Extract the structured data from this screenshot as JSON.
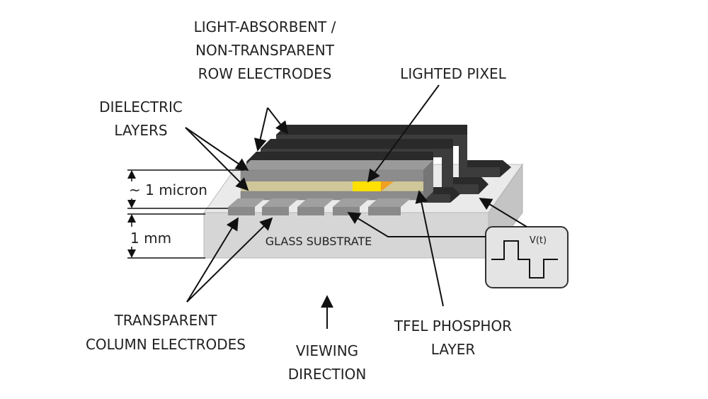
{
  "labels": {
    "row_electrodes": [
      "LIGHT-ABSORBENT /",
      "NON-TRANSPARENT",
      "ROW ELECTRODES"
    ],
    "lighted_pixel": "LIGHTED PIXEL",
    "dielectric": [
      "DIELECTRIC",
      "LAYERS"
    ],
    "micron": "~ 1 micron",
    "mm": "1 mm",
    "glass_substrate": "GLASS SUBSTRATE",
    "voltage": "V(t)",
    "column_electrodes": [
      "TRANSPARENT",
      "COLUMN ELECTRODES"
    ],
    "viewing": [
      "VIEWING",
      "DIRECTION"
    ],
    "phosphor": [
      "TFEL PHOSPHOR",
      "LAYER"
    ]
  },
  "colors": {
    "glass_front": "#d6d6d6",
    "glass_top": "#eaeaea",
    "glass_side": "#c4c4c4",
    "column_electrode": "#8a8a8a",
    "dielectric": "#8c8c8c",
    "phosphor": "#cfc79a",
    "row_electrode": "#3c3c3c",
    "pixel_yellow": "#ffe000",
    "pixel_orange": "#f0a020"
  }
}
